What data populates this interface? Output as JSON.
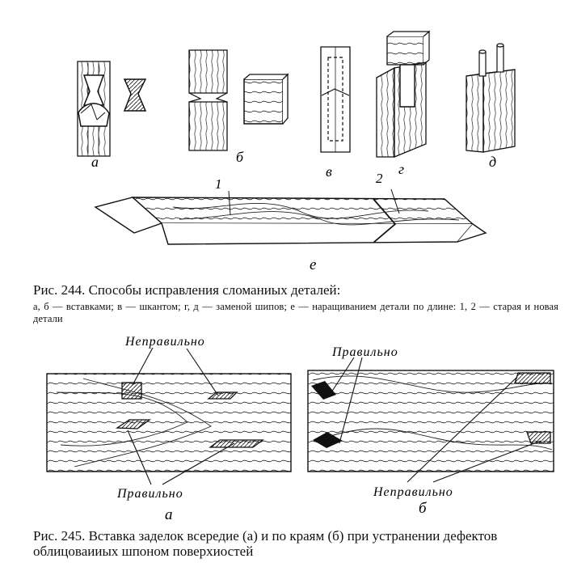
{
  "figure_244": {
    "labels": {
      "a": "а",
      "b": "б",
      "v": "в",
      "g": "г",
      "d": "д",
      "e": "е",
      "num1": "1",
      "num2": "2"
    },
    "caption_title": "Рис. 244. Способы исправления сломаниых деталей:",
    "caption_body": "а, б — вставками; в — шкантом; г, д — заменой шипов; е — наращиванием детали по длине: 1, 2 — старая и новая детали"
  },
  "figure_245": {
    "labels": {
      "wrong_left": "Неправильно",
      "right_left": "Правильно",
      "a": "а",
      "right_right": "Правильно",
      "wrong_right": "Неправильно",
      "b": "б"
    },
    "caption": "Рис. 245. Вставка заделок всередие (а) и по краям (б) при устранении дефектов облицоваииых шпоном поверхиостей"
  }
}
